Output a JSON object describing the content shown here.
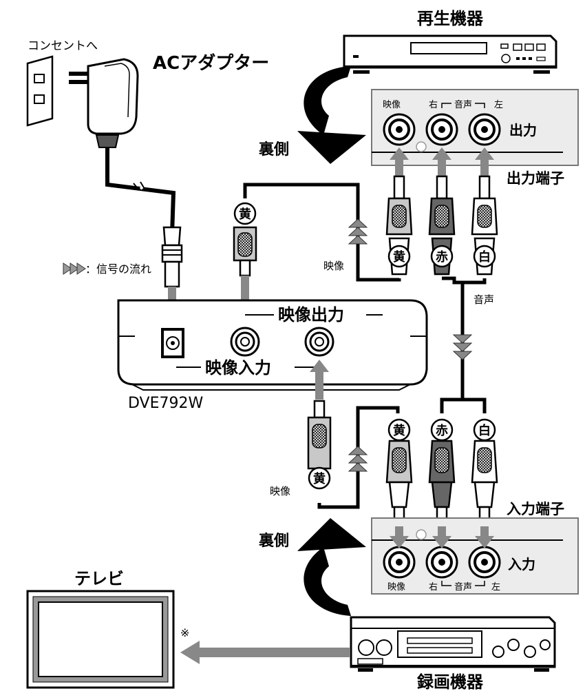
{
  "top_cutoff": "",
  "labels": {
    "player": "再生機器",
    "outlet": "コンセントへ",
    "adapter": "ACアダプター",
    "back_top": "裏側",
    "back_bottom": "裏側",
    "output_terminal": "出力端子",
    "input_terminal": "入力端子",
    "output_panel": "出力",
    "input_panel": "入力",
    "video_top": "映像",
    "right_top": "右",
    "audio_top": "音声",
    "left_top": "左",
    "video_bottom": "映像",
    "right_bottom": "右",
    "audio_bottom": "音声",
    "left_bottom": "左",
    "signal_flow": "：信号の流れ",
    "video_cable_top": "映像",
    "audio_cable": "音声",
    "video_cable_bottom": "映像",
    "video_out": "映像出力",
    "video_in": "映像入力",
    "model": "DVE792W",
    "tv": "テレビ",
    "recorder": "録画機器",
    "note_mark": "※"
  },
  "plugs": {
    "yellow": "黄",
    "red": "赤",
    "white": "白"
  }
}
